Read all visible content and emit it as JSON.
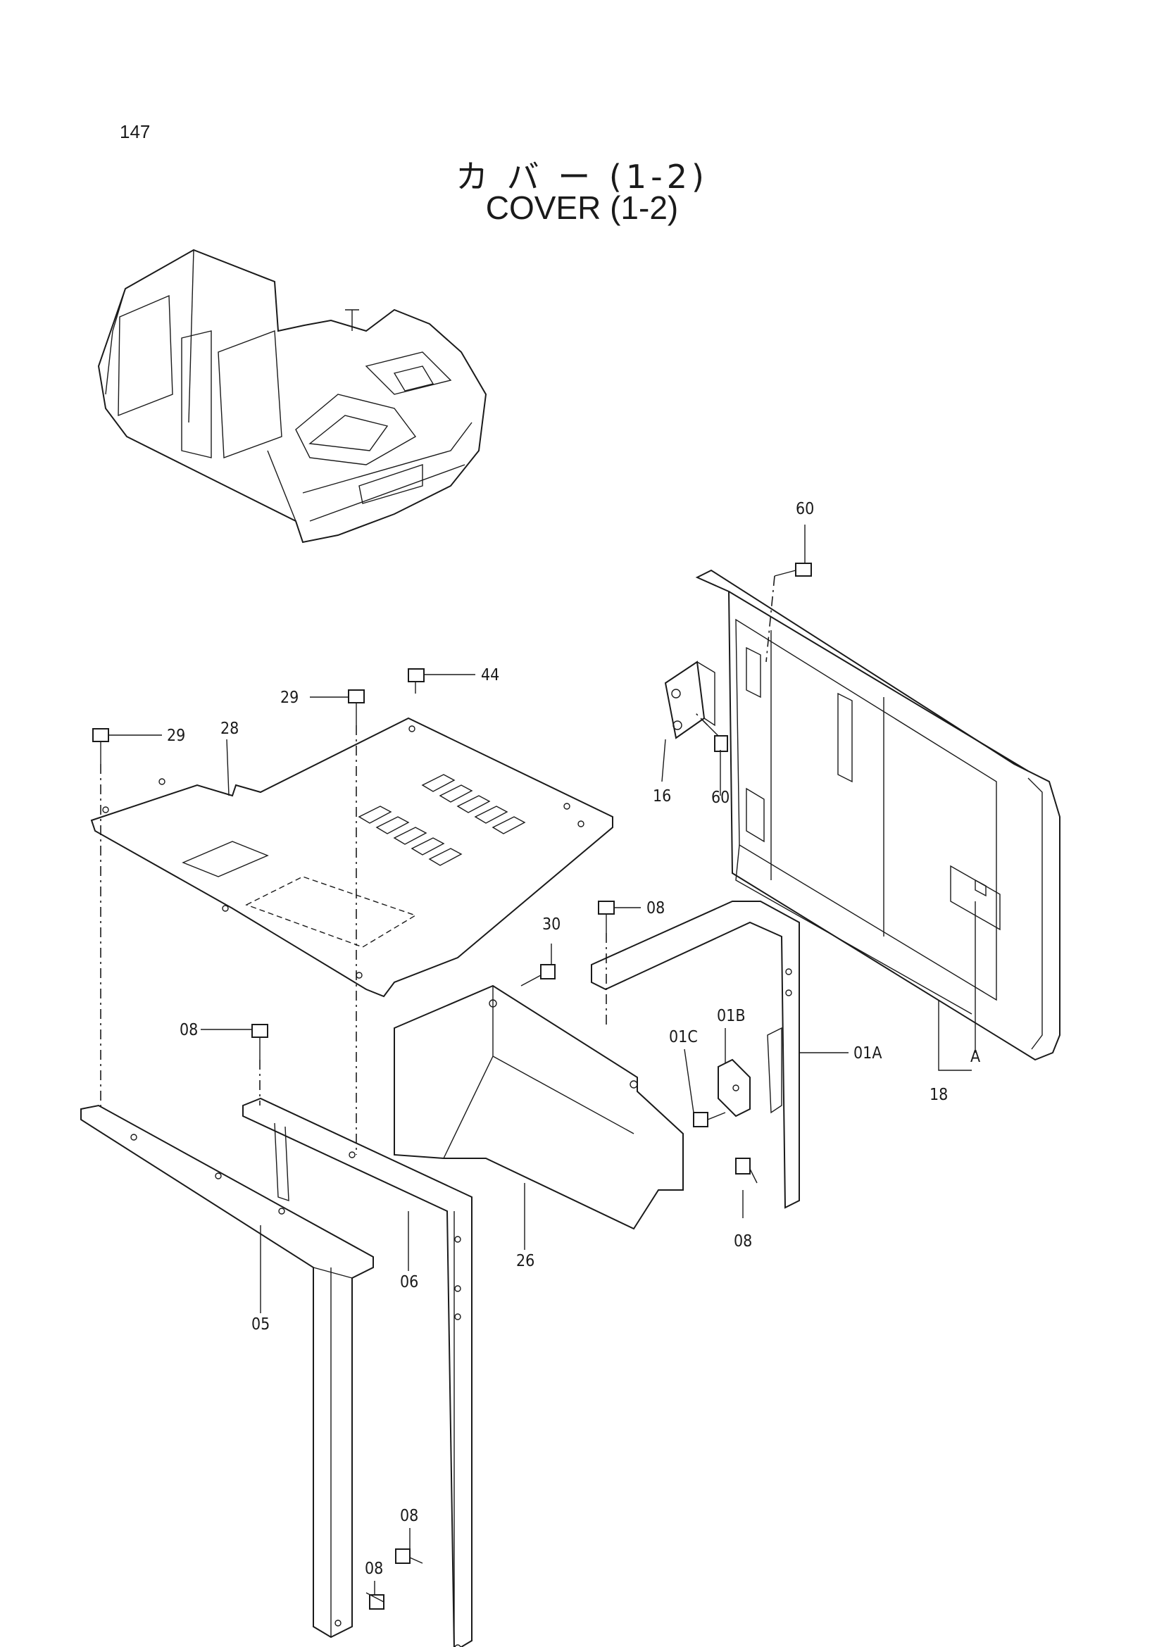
{
  "page_number": "147",
  "title_jp": "カ バ ー  (1-2)",
  "title_en": "COVER (1-2)",
  "callouts": {
    "p60_top": "60",
    "p44": "44",
    "p29_mid": "29",
    "p29_left": "29",
    "p28": "28",
    "p16": "16",
    "p60_low": "60",
    "p30": "30",
    "p08_a": "08",
    "p08_b": "08",
    "p01B": "01B",
    "p01C": "01C",
    "p01A": "01A",
    "pA": "A",
    "p18": "18",
    "p08_c": "08",
    "p26": "26",
    "p06": "06",
    "p05": "05",
    "p08_d": "08",
    "p08_e": "08"
  }
}
